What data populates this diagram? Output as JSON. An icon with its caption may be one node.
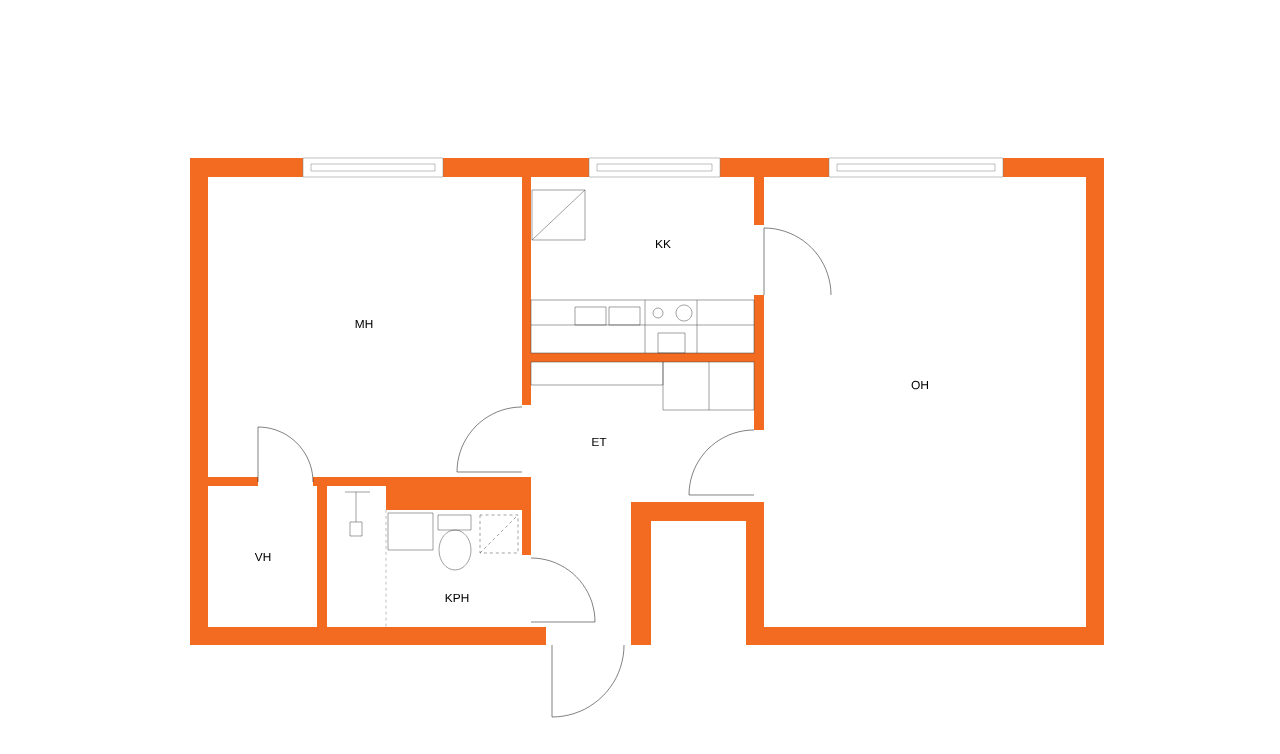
{
  "diagram": {
    "labels": [
      "KK",
      "MH",
      "OH",
      "ET",
      "VH",
      "KPH"
    ]
  }
}
